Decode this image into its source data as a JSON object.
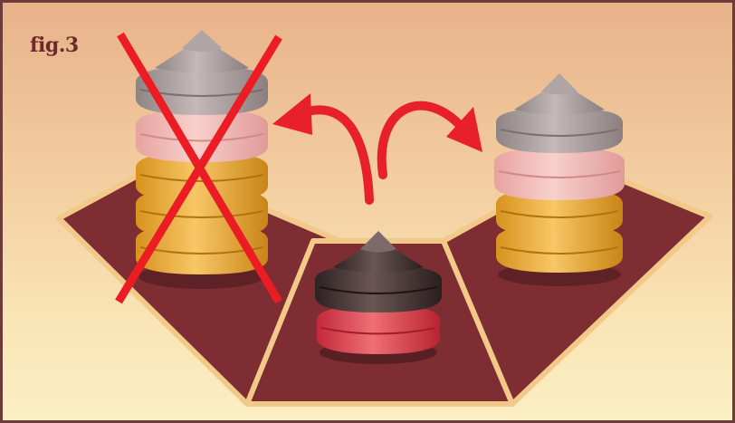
{
  "figure": {
    "label": "fig.3"
  },
  "board": {
    "tile_color": "#7e2e33",
    "tile_border": "#f3c98a"
  },
  "stacks": {
    "left": {
      "pieces": [
        "gold",
        "gold",
        "gold",
        "pink",
        "grey"
      ],
      "crossed_out": true
    },
    "center": {
      "pieces": [
        "red",
        "dark-grey"
      ]
    },
    "right": {
      "pieces": [
        "gold",
        "gold",
        "pink",
        "grey"
      ]
    }
  },
  "moves": {
    "arrow_color": "#e8202a",
    "arrows": [
      "center-to-left",
      "center-to-right"
    ]
  },
  "colors": {
    "gold": "#e8a93a",
    "pink": "#f2b8b0",
    "grey": "#a89c9c",
    "dark-grey": "#4d3a3a",
    "red": "#e0464e"
  }
}
